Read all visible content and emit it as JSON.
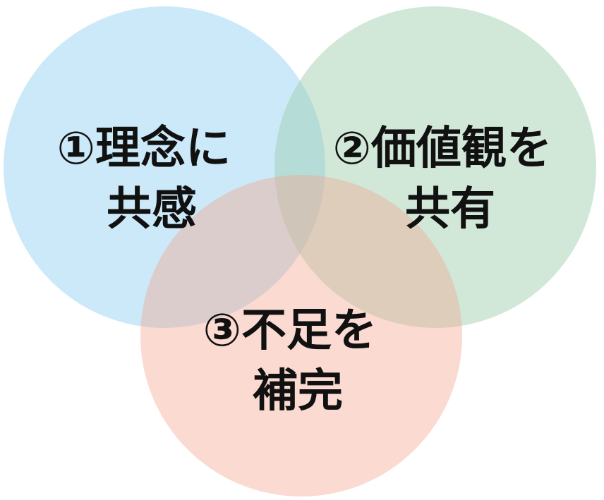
{
  "diagram": {
    "circles": [
      {
        "id": "shared-philosophy",
        "color": "#8dcef2",
        "lines": [
          "①理念に",
          "共感"
        ]
      },
      {
        "id": "shared-values",
        "color": "#98ccaa",
        "lines": [
          "②価値観を",
          "共有"
        ]
      },
      {
        "id": "complement-gaps",
        "color": "#f2a891",
        "lines": [
          "③不足を",
          "補完"
        ]
      }
    ]
  }
}
